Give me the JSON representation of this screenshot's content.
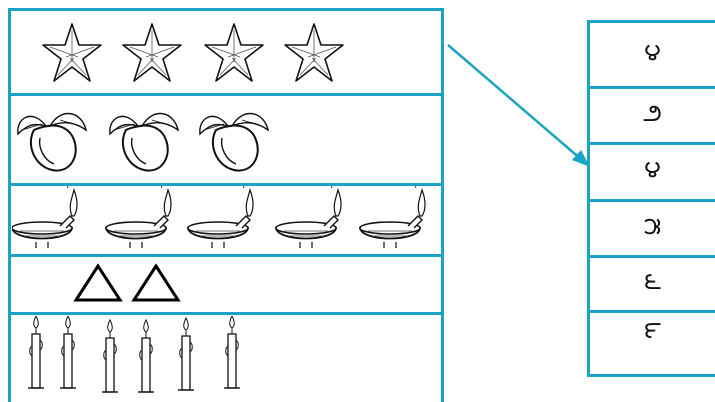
{
  "left_panel": {
    "rows": [
      {
        "item": "starfish-icon",
        "count": 4
      },
      {
        "item": "mango-icon",
        "count": 3
      },
      {
        "item": "oil-lamp-icon",
        "count": 5
      },
      {
        "item": "triangle-icon",
        "count": 2
      },
      {
        "item": "candle-icon",
        "count": 6
      }
    ]
  },
  "right_panel": {
    "numerals": [
      "౪",
      "౨",
      "౪",
      "౫",
      "౬",
      "౯"
    ]
  },
  "colors": {
    "border": "#1aa3c2",
    "arrow": "#1aa3c2",
    "ink": "#111111"
  }
}
